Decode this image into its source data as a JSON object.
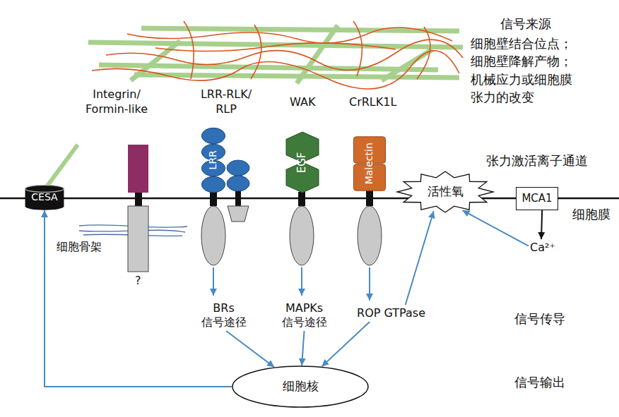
{
  "diagram": {
    "nodes": [
      {
        "text": [
          "CESA"
        ]
      },
      {
        "text": [
          "LRR"
        ]
      },
      {
        "text": [
          "EGF"
        ]
      },
      {
        "text": [
          "Malectin"
        ]
      },
      {
        "text": [
          "活性氧"
        ]
      },
      {
        "text": [
          "MCA1"
        ]
      },
      {
        "text": [
          "Ca²⁺"
        ]
      },
      {
        "text": [
          "BRs 信号途径"
        ]
      },
      {
        "text": [
          "MAPKs 信号途径"
        ]
      },
      {
        "text": [
          "ROP GTPase"
        ]
      },
      {
        "text": [
          "细胞核"
        ]
      }
    ],
    "edges": [
      {
        "from": 10,
        "to": 0,
        "arrow": "to"
      },
      {
        "from": 7,
        "to": 10,
        "arrow": "to"
      },
      {
        "from": 8,
        "to": 10,
        "arrow": "to"
      },
      {
        "from": 9,
        "to": 10,
        "arrow": "to"
      },
      {
        "from": 9,
        "to": 4,
        "arrow": "to"
      },
      {
        "from": 6,
        "to": 4,
        "arrow": "to"
      },
      {
        "from": 5,
        "to": 6,
        "arrow": "to"
      }
    ],
    "labels": [
      "信号来源",
      "细胞壁结合位点；",
      "细胞壁降解产物；",
      "机械应力或细胞膜 张力的改变",
      "Integrin/ Formin-like",
      "LRR-RLK/ RLP",
      "WAK",
      "CrRLK1L",
      "张力激活离子通道",
      "细胞膜",
      "细胞骨架",
      "?",
      "信号传导",
      "信号输出"
    ]
  }
}
